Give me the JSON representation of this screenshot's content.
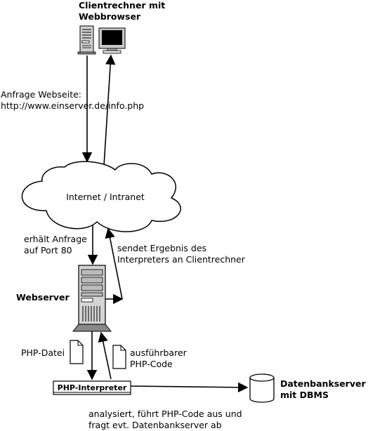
{
  "labels": {
    "client_title_1": "Clientrechner mit",
    "client_title_2": "Webbrowser",
    "request_1": "Anfrage Webseite:",
    "request_2": "http://www.einserver.de/info.php",
    "cloud": "Internet / Intranet",
    "receive_1": "erhält Anfrage",
    "receive_2": "auf Port 80",
    "send_1": "sendet Ergebnis des",
    "send_2": "Interpreters an Clientrechner",
    "webserver": "Webserver",
    "php_file": "PHP-Datei",
    "exec_1": "ausführbarer",
    "exec_2": "PHP-Code",
    "interpreter": "PHP-Interpreter",
    "db_1": "Datenbankserver",
    "db_2": "mit DBMS",
    "analyze_1": "analysiert, führt PHP-Code aus und",
    "analyze_2": "fragt evt. Datenbankserver ab"
  }
}
